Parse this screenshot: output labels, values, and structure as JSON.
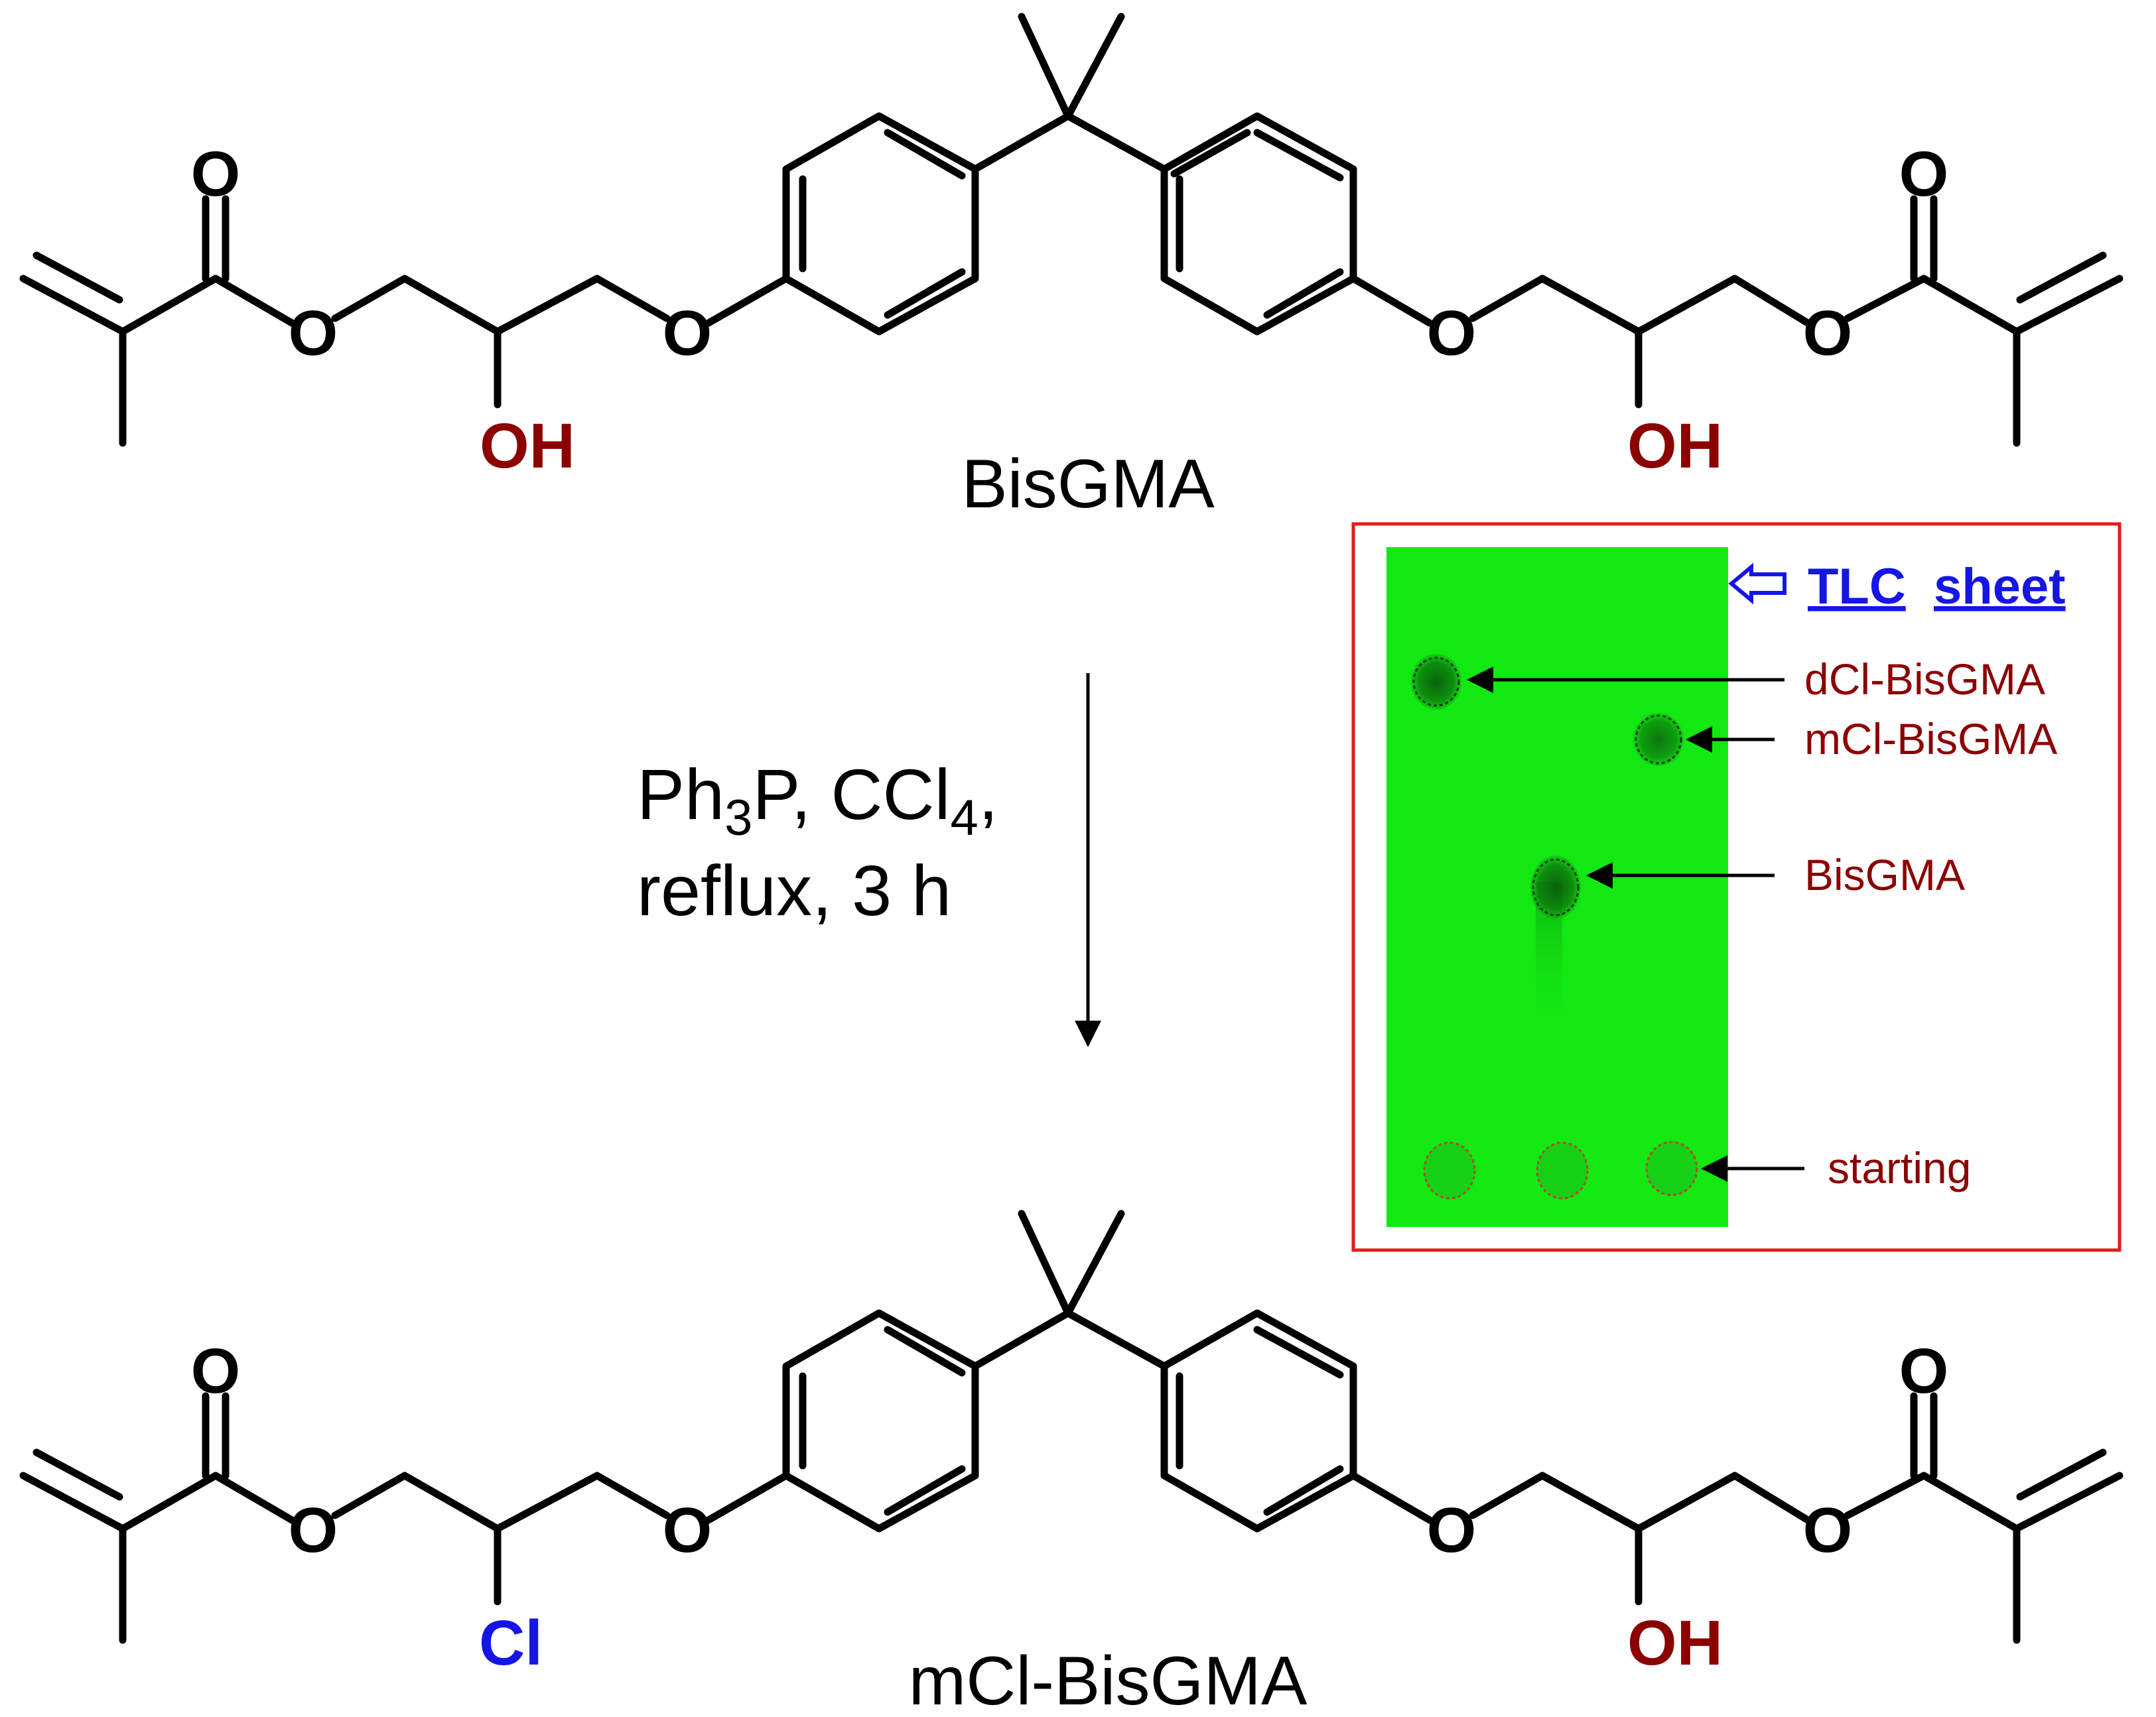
{
  "molecules": {
    "top": {
      "name": "BisGMA",
      "left_oh": "OH",
      "right_oh": "OH"
    },
    "bottom": {
      "name": "mCl-BisGMA",
      "left_sub": "Cl",
      "right_oh": "OH"
    },
    "oxygen_label": "O"
  },
  "reaction": {
    "line1_a": "Ph",
    "line1_sub": "3",
    "line1_b": "P, CCl",
    "line1_sub2": "4",
    "line1_c": ",",
    "line2": "reflux, 3 h"
  },
  "tlc": {
    "title_word1": "TLC",
    "title_word2": "sheet",
    "labels": {
      "dcl": "dCl-BisGMA",
      "mcl": "mCl-BisGMA",
      "bisgma": "BisGMA",
      "starting": "starting"
    }
  },
  "colors": {
    "tlc_frame": "#e8191c",
    "tlc_plate": "#12e812",
    "hydroxyl": "#8b0000",
    "chlorine": "#1515e6",
    "label_red": "#8b0000"
  }
}
